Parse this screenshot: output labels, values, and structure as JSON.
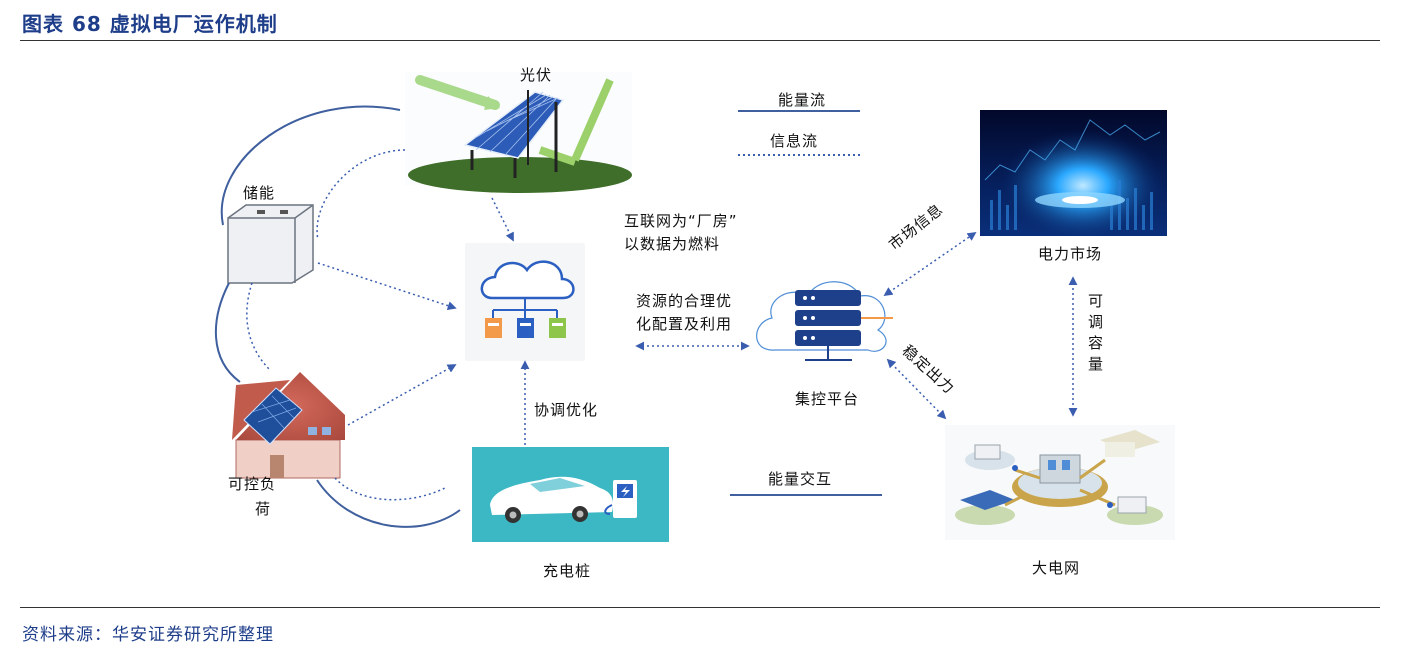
{
  "header": {
    "title": "图表 68  虚拟电厂运作机制"
  },
  "footer": {
    "source": "资料来源：华安证券研究所整理"
  },
  "legend": {
    "energy_flow": "能量流",
    "info_flow": "信息流"
  },
  "nodes": {
    "solar": "光伏",
    "storage": "储能",
    "load_line1": "可控负",
    "load_line2": "荷",
    "charger": "充电桩",
    "platform": "集控平台",
    "market": "电力市场",
    "grid": "大电网"
  },
  "annotations": {
    "internet_line1": "互联网为“厂房”",
    "internet_line2": "以数据为燃料",
    "optimize_line1": "资源的合理优",
    "optimize_line2": "化配置及利用",
    "coordinate": "协调优化",
    "energy_exchange": "能量交互",
    "market_info": "市场信息",
    "stable_output": "稳定出力",
    "adjustable_capacity": "可调容量"
  },
  "colors": {
    "title": "#1f3e8a",
    "flow_line": "#3f5f9e",
    "info_dots": "#3a5db0",
    "screen_dark": "#04103a",
    "screen_glow": "#2aa8ff",
    "charger_bg": "#3cb7c4",
    "solar_panel": "#2c5cb8",
    "ground": "#3f6e2a"
  }
}
